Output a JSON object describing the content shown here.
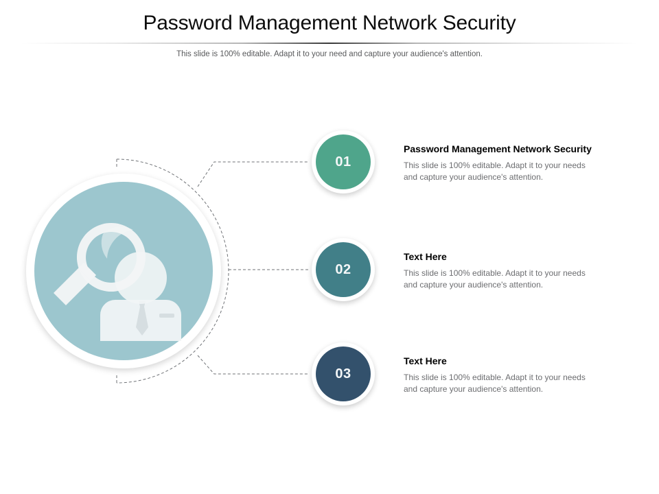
{
  "slide": {
    "title": "Password Management Network Security",
    "subtitle": "This slide is 100% editable. Adapt it to your need and capture your audience's attention."
  },
  "hero": {
    "icon_name": "user-search-magnifier-icon",
    "circle_color": "#9cc6ce",
    "icon_color": "#f2f5f6"
  },
  "items": [
    {
      "number": "01",
      "color": "#4fa58b",
      "title": "Password Management Network Security",
      "body": "This slide is 100% editable. Adapt it to your needs and capture your audience's attention."
    },
    {
      "number": "02",
      "color": "#417f88",
      "title": "Text Here",
      "body": "This slide is 100% editable. Adapt it to your needs and capture your audience's attention."
    },
    {
      "number": "03",
      "color": "#33516c",
      "title": "Text Here",
      "body": "This slide is 100% editable. Adapt it to your needs and capture your audience's attention."
    }
  ],
  "theme": {
    "background": "#ffffff",
    "title_color": "#0d0d0d",
    "subtitle_color": "#58595b",
    "body_color": "#6c6d70",
    "connector_color": "#6f7276"
  }
}
